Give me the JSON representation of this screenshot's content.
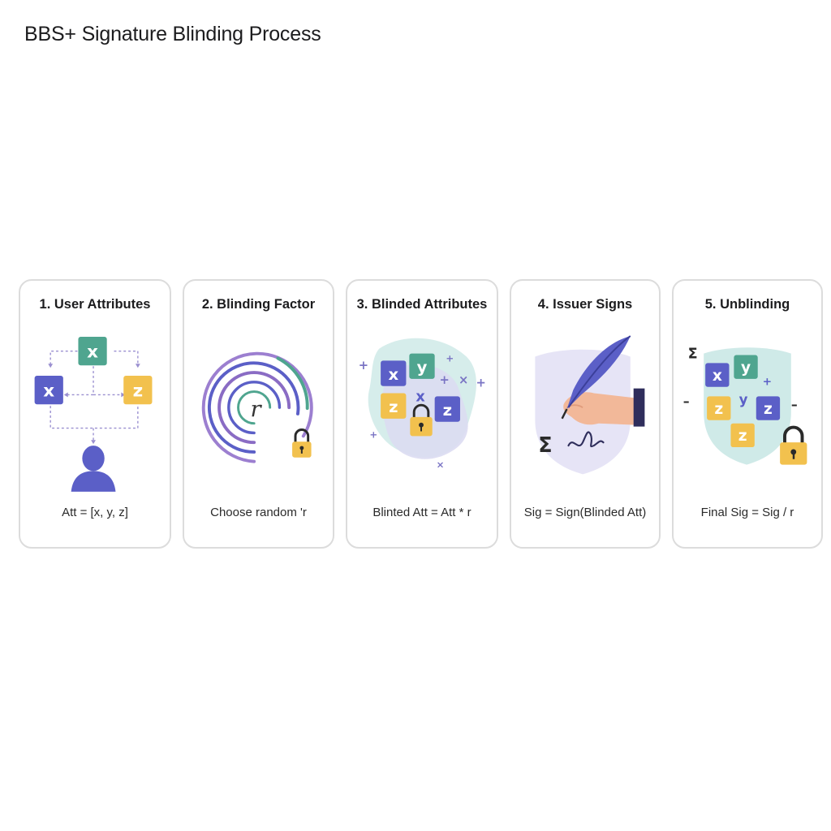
{
  "title": "BBS+ Signature Blinding Process",
  "colors": {
    "blue": "#5b5fc7",
    "green": "#4fa58f",
    "yellow": "#f2c14e",
    "purple": "#8a6cc4",
    "teal_blob": "#cfeae8",
    "lavender_blob": "#dcdcf2",
    "card_border": "#dcdcdc"
  },
  "steps": [
    {
      "title": "1. User Attributes",
      "formula": "Att = [x, y, z]",
      "tiles": [
        "x",
        "x",
        "z"
      ],
      "icons": [
        "user-silhouette-icon"
      ]
    },
    {
      "title": "2. Blinding Factor",
      "formula": "Choose random 'r",
      "center_symbol": "r",
      "icons": [
        "spiral-icon",
        "lock-icon"
      ]
    },
    {
      "title": "3. Blinded Attributes",
      "formula": "Blinted Att = Att * r",
      "tiles": [
        "x",
        "y",
        "z",
        "z"
      ],
      "loose_symbol": "x",
      "icons": [
        "lock-icon"
      ]
    },
    {
      "title": "4. Issuer Signs",
      "formula": "Sig = Sign(Blinded Att)",
      "sigma": "Σ",
      "icons": [
        "quill-pen-icon",
        "hand-icon",
        "shield-icon"
      ]
    },
    {
      "title": "5. Unblinding",
      "formula": "Final Sig = Sig / r",
      "sigma": "Σ",
      "tiles": [
        "x",
        "y",
        "z",
        "z",
        "z"
      ],
      "loose_symbol": "y",
      "icons": [
        "shield-icon",
        "lock-icon"
      ]
    }
  ]
}
